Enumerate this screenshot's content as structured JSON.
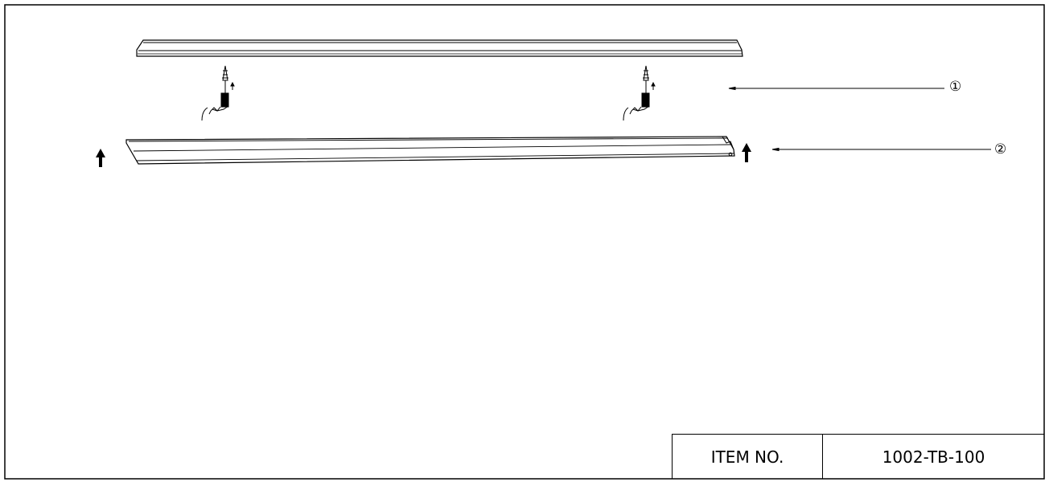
{
  "callouts": [
    {
      "label": "①"
    },
    {
      "label": "②"
    }
  ],
  "title_block": {
    "item_no_label": "ITEM NO.",
    "item_no_value": "1002-TB-100"
  },
  "icons": {
    "direction": "up-arrow-icon",
    "fastener": "screw-icon",
    "tool": "drill-icon"
  },
  "colors": {
    "line": "#000000",
    "background": "#ffffff"
  }
}
